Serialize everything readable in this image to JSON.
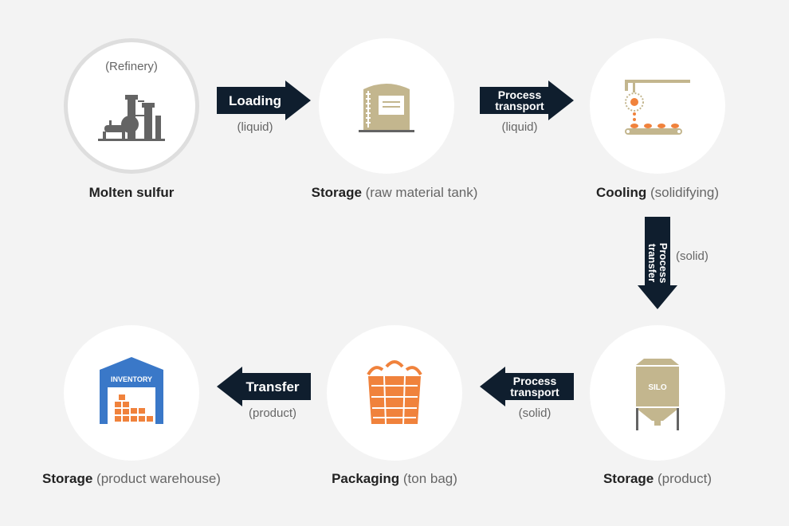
{
  "nodes": {
    "molten": {
      "sub": "(Refinery)",
      "name": "Molten sulfur",
      "paren": ""
    },
    "storage_raw": {
      "name": "Storage",
      "paren": " (raw material tank)"
    },
    "cooling": {
      "name": "Cooling",
      "paren": " (solidifying)"
    },
    "storage_product": {
      "name": "Storage",
      "paren": " (product)",
      "silo_text": "SILO"
    },
    "packaging": {
      "name": "Packaging",
      "paren": " (ton bag)"
    },
    "warehouse": {
      "name": "Storage",
      "paren": " (product warehouse)",
      "sign_text": "INVENTORY"
    }
  },
  "arrows": {
    "loading": {
      "label": "Loading",
      "state": "(liquid)"
    },
    "process_1": {
      "label_line1": "Process",
      "label_line2": "transport",
      "state": "(liquid)"
    },
    "process_transfer": {
      "label": "Process transfer",
      "state": "(solid)"
    },
    "process_2": {
      "label_line1": "Process",
      "label_line2": "transport",
      "state": "(solid)"
    },
    "transfer": {
      "label": "Transfer",
      "state": "(product)"
    }
  },
  "colors": {
    "arrow_fill": "#0f1e2e",
    "tan": "#c3b68e",
    "gray_icon": "#646464",
    "orange": "#f0823c",
    "blue": "#3a78c8"
  }
}
